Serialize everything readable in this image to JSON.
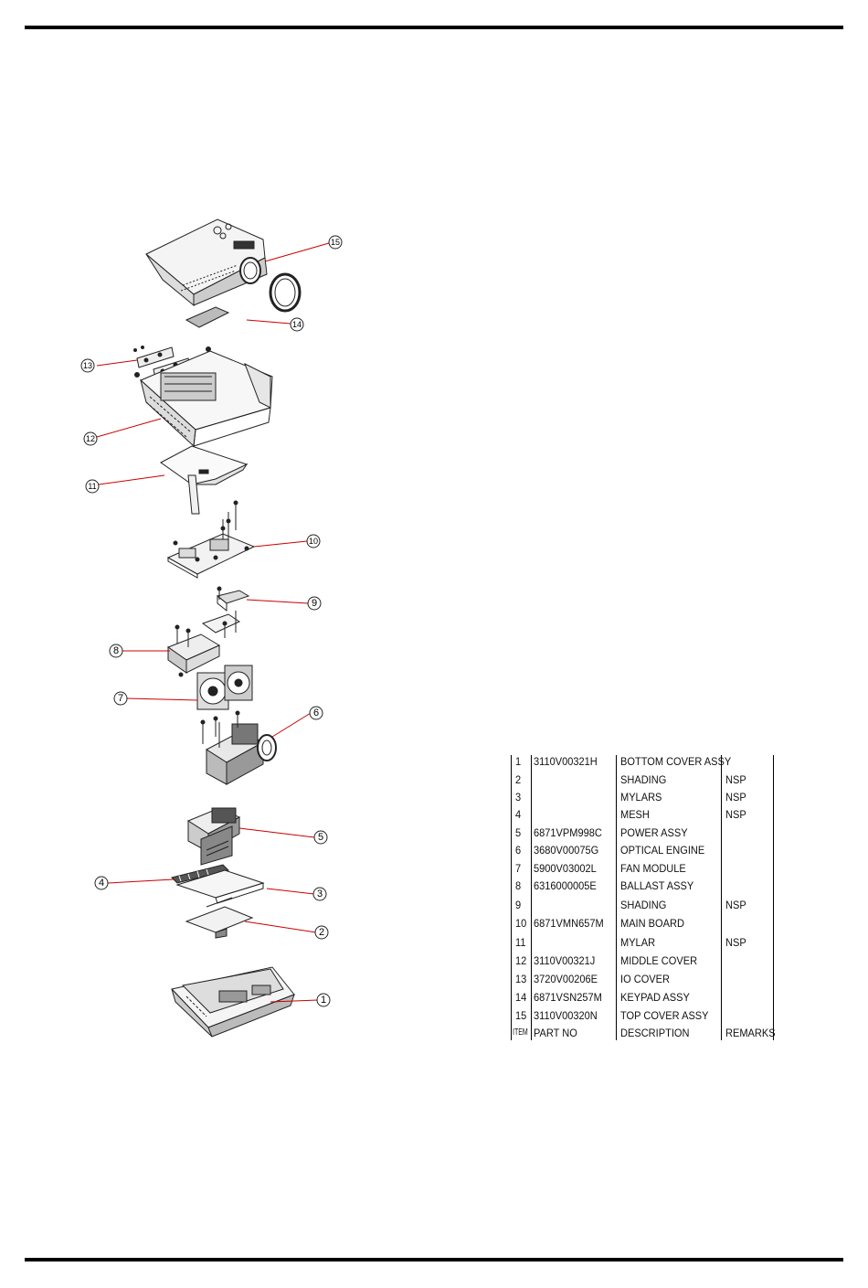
{
  "callouts": [
    "1",
    "2",
    "3",
    "4",
    "5",
    "6",
    "7",
    "8",
    "9",
    "10",
    "11",
    "12",
    "13",
    "14",
    "15"
  ],
  "parts_table": {
    "header": {
      "item": "ITEM",
      "part_no": "PART NO",
      "description": "DESCRIPTION",
      "remarks": "REMARKS"
    },
    "rows": [
      {
        "item": "1",
        "part_no": "3110V00321H",
        "description": "BOTTOM COVER ASSY",
        "remarks": ""
      },
      {
        "item": "2",
        "part_no": "",
        "description": "SHADING",
        "remarks": "NSP"
      },
      {
        "item": "3",
        "part_no": "",
        "description": "MYLARS",
        "remarks": "NSP"
      },
      {
        "item": "4",
        "part_no": "",
        "description": "MESH",
        "remarks": "NSP"
      },
      {
        "item": "5",
        "part_no": "6871VPM998C",
        "description": "POWER ASSY",
        "remarks": ""
      },
      {
        "item": "6",
        "part_no": "3680V00075G",
        "description": "OPTICAL ENGINE",
        "remarks": ""
      },
      {
        "item": "7",
        "part_no": "5900V03002L",
        "description": "FAN MODULE",
        "remarks": ""
      },
      {
        "item": "8",
        "part_no": "6316000005E",
        "description": "BALLAST ASSY",
        "remarks": ""
      },
      {
        "item": "9",
        "part_no": "",
        "description": "SHADING",
        "remarks": "NSP"
      },
      {
        "item": "10",
        "part_no": "6871VMN657M",
        "description": "MAIN BOARD",
        "remarks": ""
      },
      {
        "item": "11",
        "part_no": "",
        "description": "MYLAR",
        "remarks": "NSP"
      },
      {
        "item": "12",
        "part_no": "3110V00321J",
        "description": "MIDDLE COVER",
        "remarks": ""
      },
      {
        "item": "13",
        "part_no": "3720V00206E",
        "description": "IO COVER",
        "remarks": ""
      },
      {
        "item": "14",
        "part_no": "6871VSN257M",
        "description": "KEYPAD ASSY",
        "remarks": ""
      },
      {
        "item": "15",
        "part_no": "3110V00320N",
        "description": "TOP COVER ASSY",
        "remarks": ""
      }
    ]
  }
}
